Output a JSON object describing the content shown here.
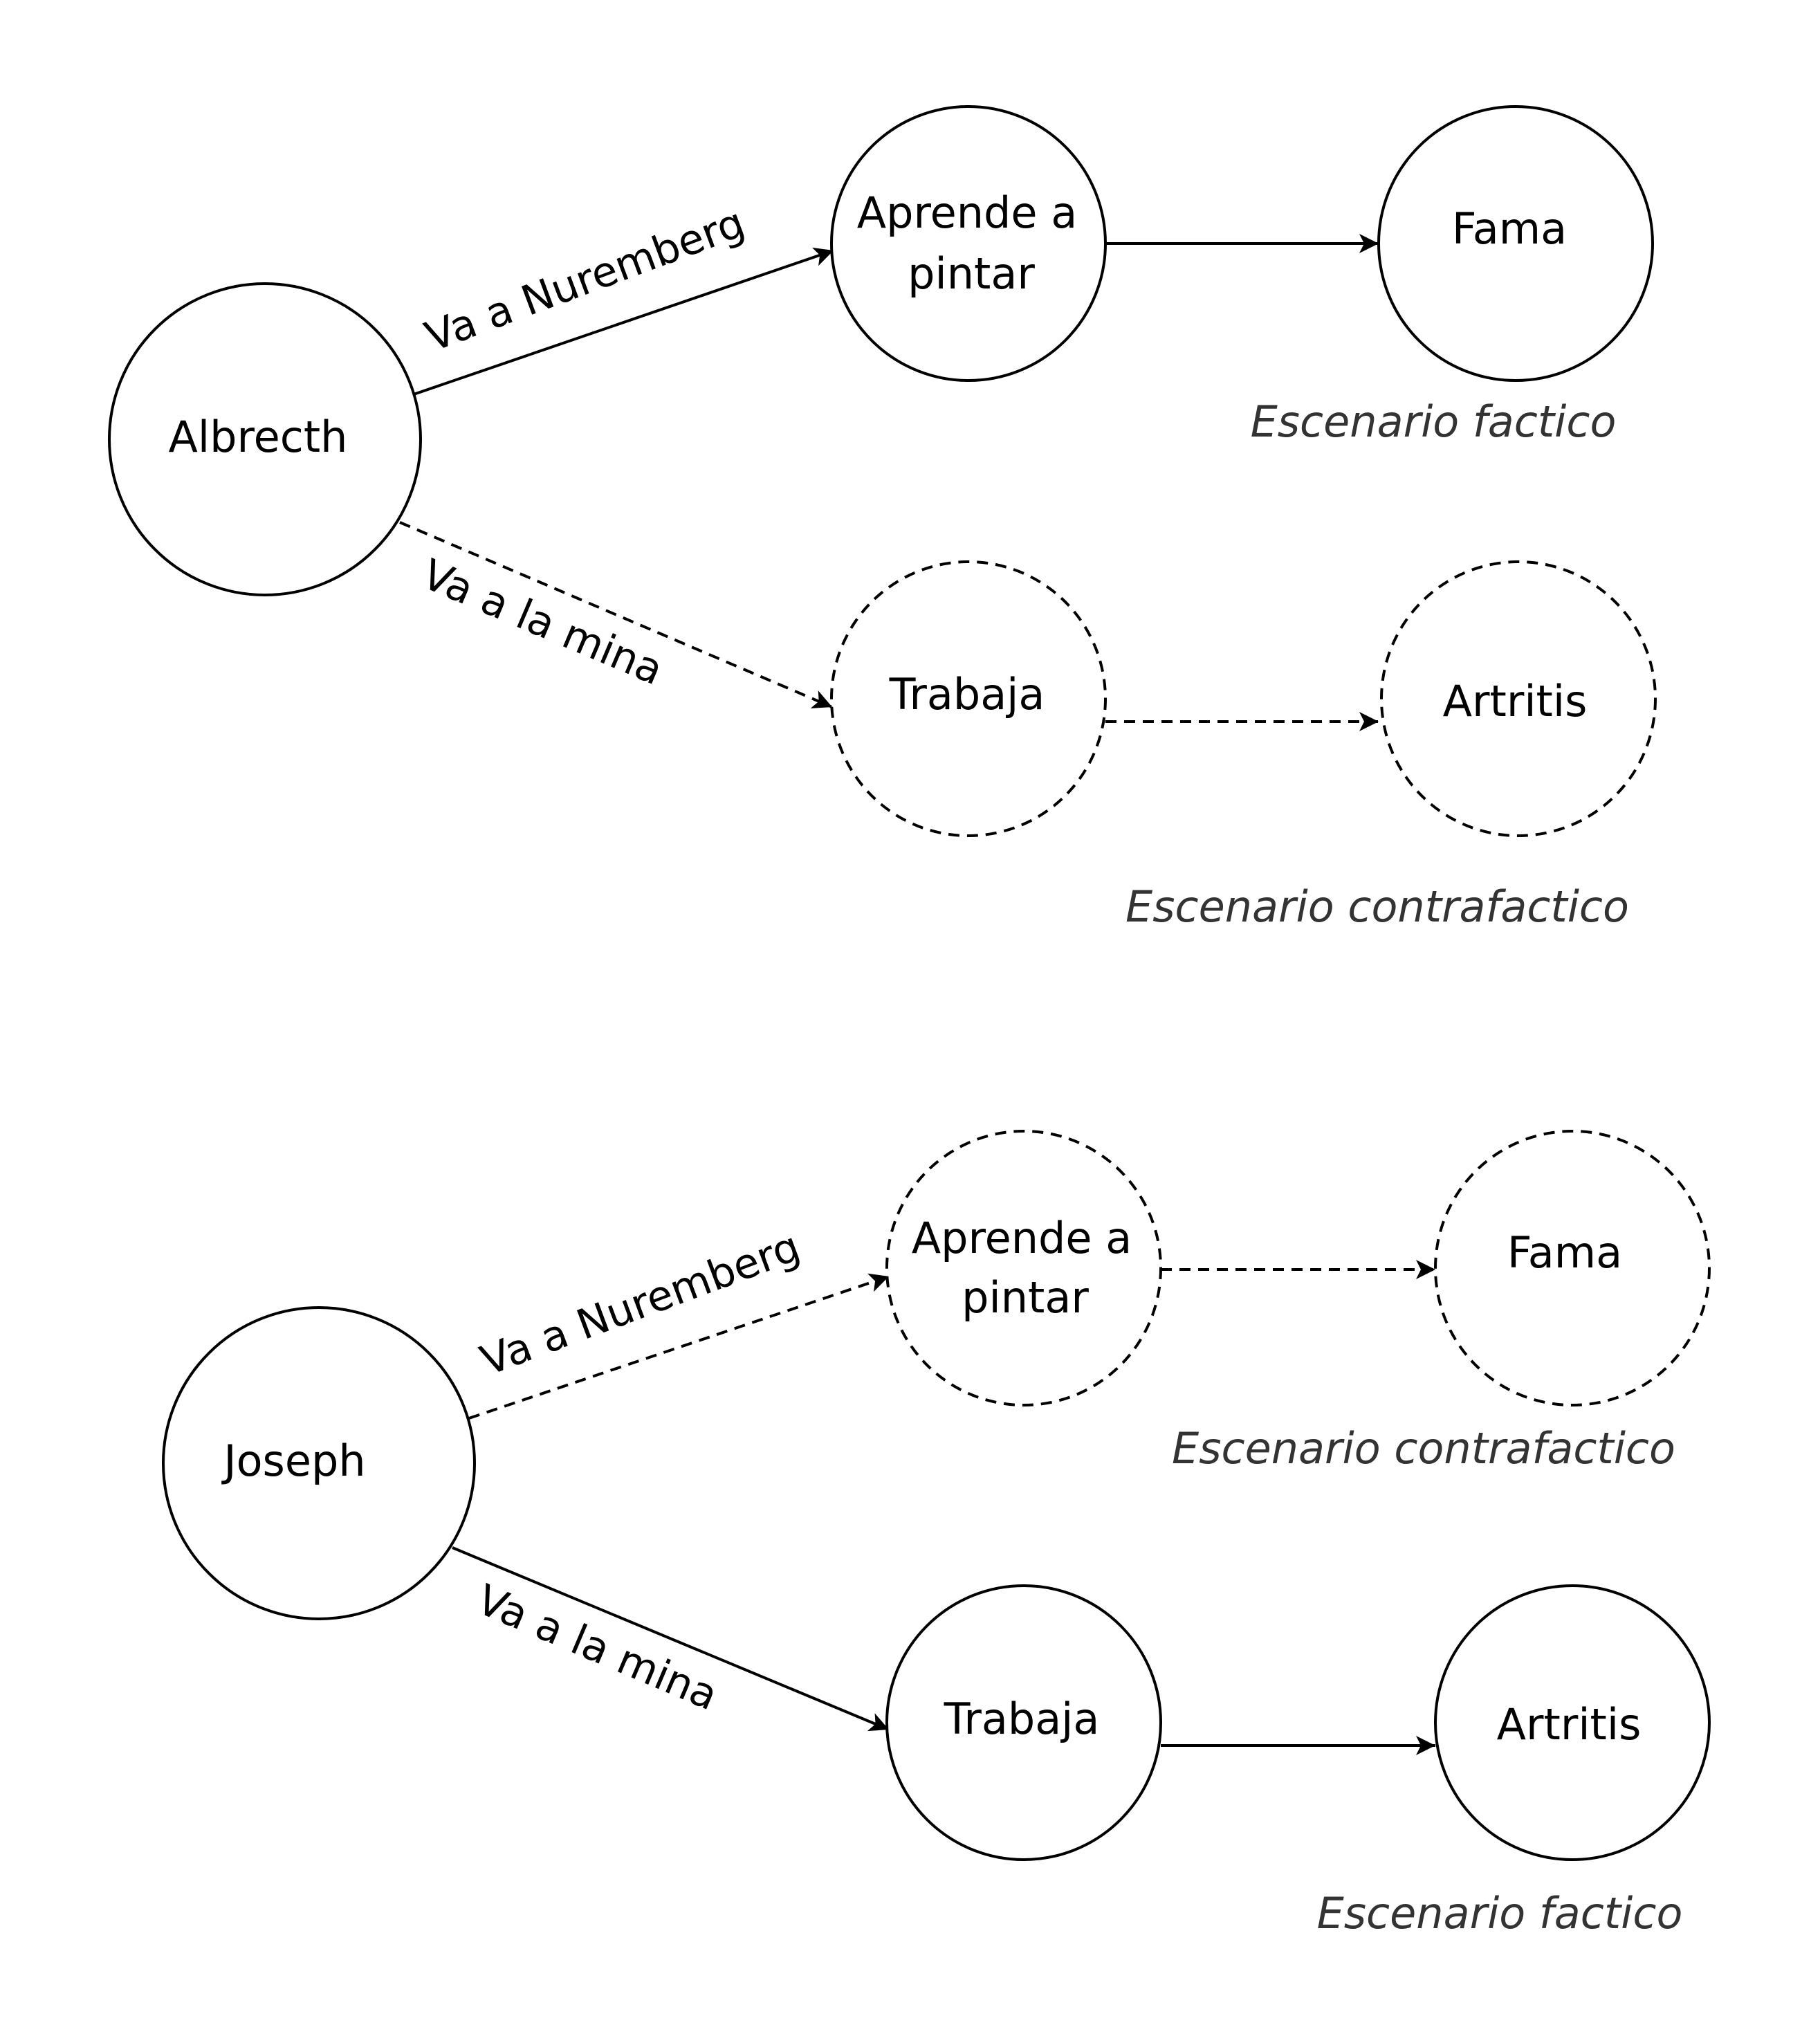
{
  "diagrams": [
    {
      "name": "albrecht",
      "nodes": {
        "person": "Albrecth",
        "learn_line1": "Aprende a",
        "learn_line2": "pintar",
        "fame": "Fama",
        "work": "Trabaja",
        "arthritis": "Artritis"
      },
      "edges": {
        "to_nuremberg": "Va a Nuremberg",
        "to_mine": "Va a la mina"
      },
      "captions": {
        "upper": "Escenario factico",
        "lower": "Escenario contrafactico"
      }
    },
    {
      "name": "joseph",
      "nodes": {
        "person": "Joseph",
        "learn_line1": "Aprende a",
        "learn_line2": "pintar",
        "fame": "Fama",
        "work": "Trabaja",
        "arthritis": "Artritis"
      },
      "edges": {
        "to_nuremberg": "Va a Nuremberg",
        "to_mine": "Va a la mina"
      },
      "captions": {
        "upper": "Escenario contrafactico",
        "lower": "Escenario factico"
      }
    }
  ]
}
